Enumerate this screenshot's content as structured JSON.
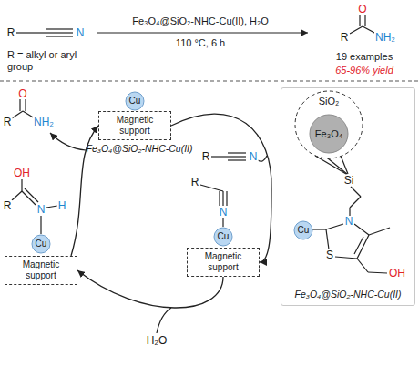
{
  "diagram": {
    "nodes": [
      {
        "text": [
          "Cu"
        ]
      },
      {
        "text": [
          "Magnetic support"
        ]
      },
      {
        "text": [
          "Fe₃O₄@SiO₂-NHC-Cu(II)"
        ]
      },
      {
        "text": [
          "SiO₂"
        ],
        "in": 2
      },
      {
        "text": [
          "Fe₃O₄"
        ],
        "in": 3
      },
      {
        "text": [
          "Cu"
        ],
        "in": 2
      },
      {
        "text": [
          "Cu"
        ]
      },
      {
        "text": [
          "Magnetic support"
        ]
      },
      {
        "text": [
          "Cu"
        ]
      },
      {
        "text": [
          "Magnetic support"
        ]
      }
    ],
    "edges": [
      {
        "from": 1,
        "to": 7,
        "arrow": "to"
      },
      {
        "from": 7,
        "to": 9,
        "arrow": "to"
      },
      {
        "from": 9,
        "to": 1,
        "arrow": "to"
      }
    ],
    "labels": [
      "R",
      "N",
      "Fe₃O₄@SiO₂-NHC-Cu(II), H₂O",
      "110 °C, 6 h",
      "O",
      "R",
      "NH₂",
      "R = alkyl or aryl group",
      "19 examples",
      "65-96% yield",
      "O",
      "R",
      "NH₂",
      "Fe₃O₄@SiO₂-NHC-Cu(II)",
      "R",
      "N",
      "R",
      "N",
      "OH",
      "R",
      "N",
      "H",
      "H₂O",
      "Si",
      "N",
      "S",
      "OH"
    ]
  }
}
